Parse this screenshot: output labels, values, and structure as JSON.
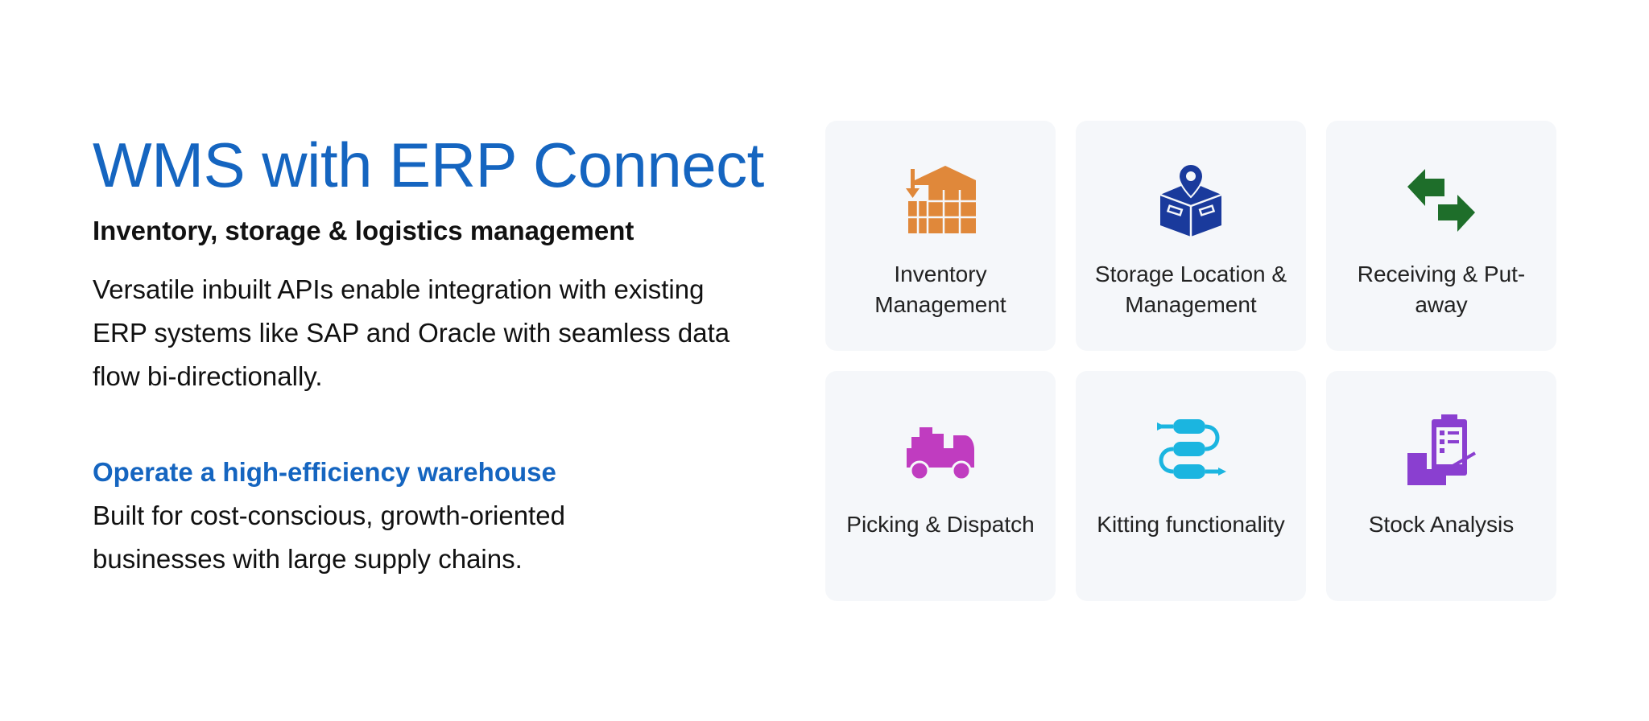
{
  "hero": {
    "title": "WMS with ERP Connect",
    "subtitle": "Inventory, storage & logistics management",
    "description": "Versatile inbuilt APIs enable integration with existing ERP systems like SAP and Oracle with seamless data flow bi-directionally.",
    "subheading": "Operate a high-efficiency warehouse",
    "subheading_text": "Built for cost-conscious, growth-oriented businesses with large supply chains."
  },
  "features": [
    {
      "label": "Inventory Management",
      "icon": "warehouse-icon",
      "color": "#e0883a"
    },
    {
      "label": "Storage Location & Management",
      "icon": "box-location-icon",
      "color": "#1a3a9c"
    },
    {
      "label": "Receiving & Put-away",
      "icon": "exchange-arrows-icon",
      "color": "#1e6e2a"
    },
    {
      "label": "Picking & Dispatch",
      "icon": "delivery-truck-icon",
      "color": "#c03cc0"
    },
    {
      "label": "Kitting functionality",
      "icon": "kitting-flow-icon",
      "color": "#1bb5e0"
    },
    {
      "label": "Stock Analysis",
      "icon": "clipboard-boxes-icon",
      "color": "#8a3fd0"
    }
  ],
  "colors": {
    "accent": "#1565c0",
    "card_bg": "#f5f7fa"
  }
}
